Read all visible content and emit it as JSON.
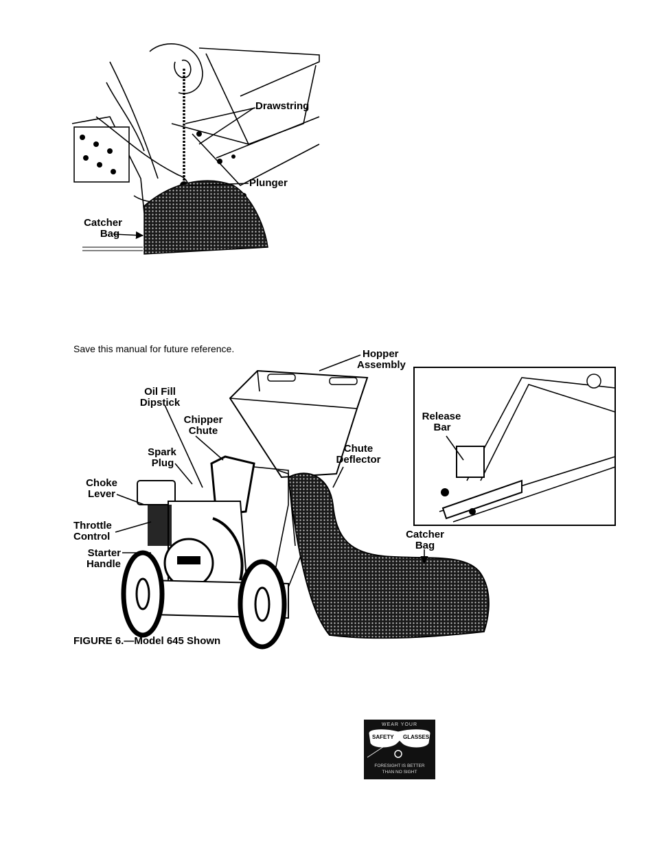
{
  "fig_top": {
    "labels": {
      "drawstring": "Drawstring",
      "plunger": "Plunger",
      "catcher_bag_line1": "Catcher",
      "catcher_bag_line2": "Bag"
    }
  },
  "note": "Save this manual for future reference.",
  "fig6": {
    "caption": "FIGURE 6.—Model 645 Shown",
    "labels": {
      "hopper_1": "Hopper",
      "hopper_2": "Assembly",
      "oil_1": "Oil Fill",
      "oil_2": "Dipstick",
      "chipper_1": "Chipper",
      "chipper_2": "Chute",
      "spark_1": "Spark",
      "spark_2": "Plug",
      "choke_1": "Choke",
      "choke_2": "Lever",
      "throttle_1": "Throttle",
      "throttle_2": "Control",
      "starter_1": "Starter",
      "starter_2": "Handle",
      "chute_def_1": "Chute",
      "chute_def_2": "Deflector",
      "release_1": "Release",
      "release_2": "Bar",
      "catcher_1": "Catcher",
      "catcher_2": "Bag"
    }
  },
  "badge": {
    "top": "WEAR YOUR",
    "left": "SAFETY",
    "right": "GLASSES",
    "bottom_1": "FORESIGHT IS BETTER",
    "bottom_2": "THAN NO SIGHT"
  }
}
